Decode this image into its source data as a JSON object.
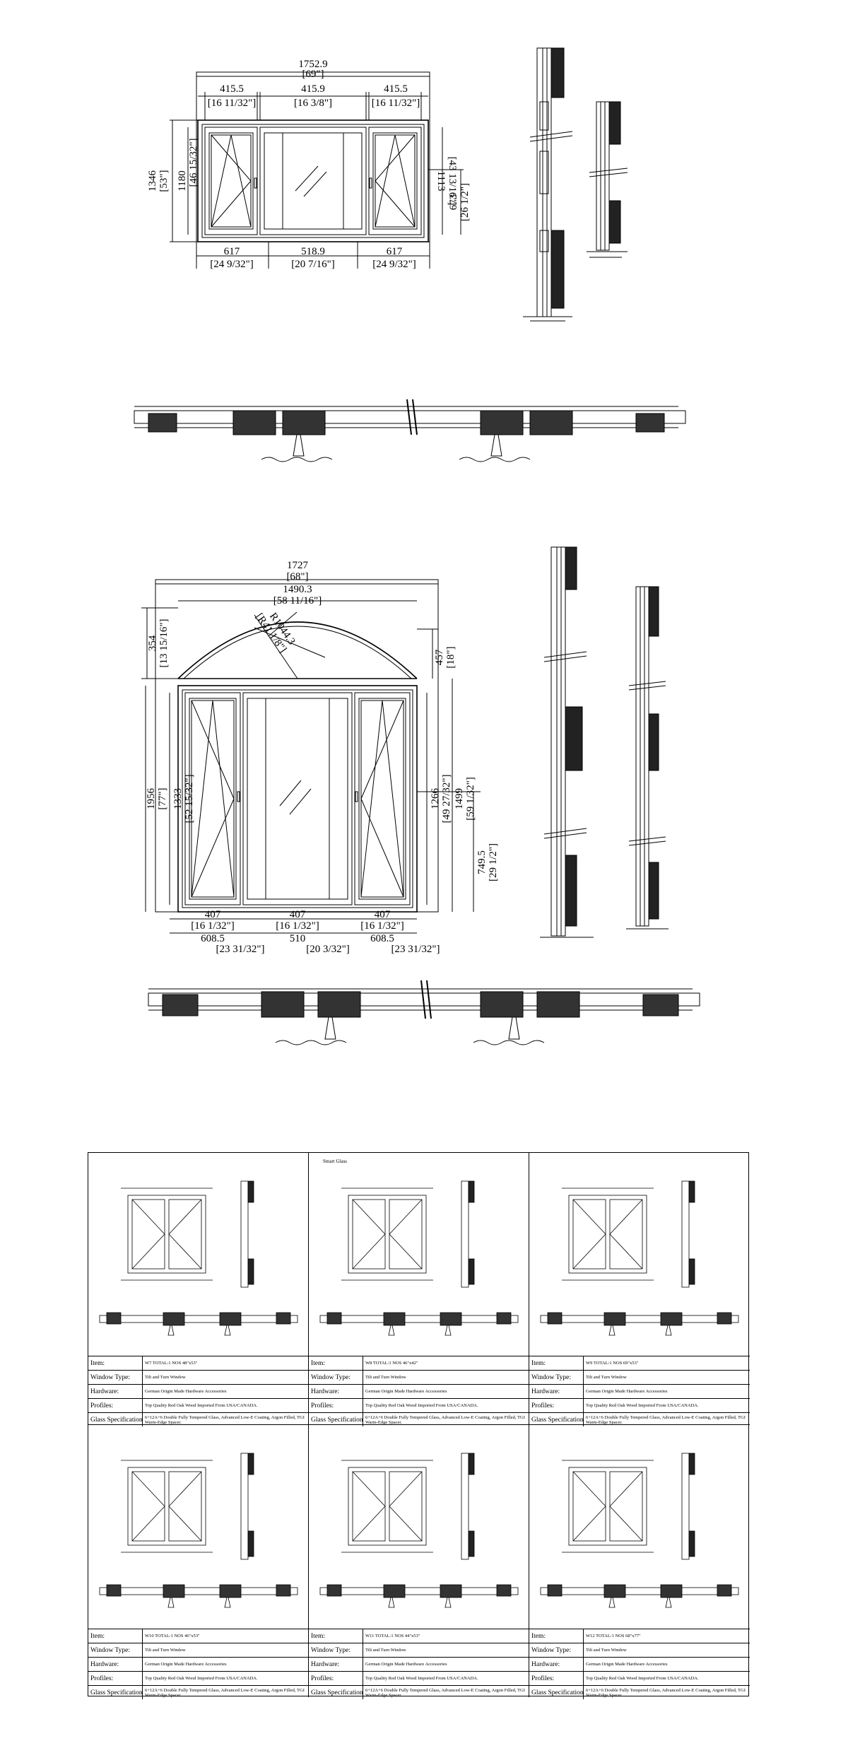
{
  "drawing1": {
    "overall_width_mm": "1752.9",
    "overall_width_in": "[69\"]",
    "top_dims": [
      {
        "mm": "415.5",
        "in": "[16 11/32\"]"
      },
      {
        "mm": "415.9",
        "in": "[16 3/8\"]"
      },
      {
        "mm": "415.5",
        "in": "[16 11/32\"]"
      }
    ],
    "bottom_dims": [
      {
        "mm": "617",
        "in": "[24 9/32\"]"
      },
      {
        "mm": "518.9",
        "in": "[20 7/16\"]"
      },
      {
        "mm": "617",
        "in": "[24 9/32\"]"
      }
    ],
    "left_height_mm": "1346",
    "left_height_in": "[53\"]",
    "left_inner_mm": "1180",
    "left_inner_in": "[46 15/32\"]",
    "right_height_mm": "1113",
    "right_height_in": "[43 13/16\"]",
    "handle_height_mm": "673",
    "handle_height_in": "[26 1/2\"]"
  },
  "drawing2": {
    "overall_width_mm": "1727",
    "overall_width_in": "[68\"]",
    "arch_width_mm": "1490.3",
    "arch_width_in": "[58 11/16\"]",
    "radius_label": "R1044.3",
    "radius_in": "[R41 1/8\"]",
    "arch_rise_mm": "354",
    "arch_rise_in": "[13 15/16\"]",
    "arch_right_mm": "457",
    "arch_right_in": "[18\"]",
    "left_height_mm": "1956",
    "left_height_in": "[77\"]",
    "left_inner_mm": "1333",
    "left_inner_in": "[52 15/32\"]",
    "right_inner_mm": "1266",
    "right_inner_in": "[49 27/32\"]",
    "right_outer_mm": "1499",
    "right_outer_in": "[59 1/32\"]",
    "handle_height_mm": "749.5",
    "handle_height_in": "[29 1/2\"]",
    "sash_dims": [
      {
        "mm": "407",
        "in": "[16 1/32\"]"
      },
      {
        "mm": "407",
        "in": "[16 1/32\"]"
      },
      {
        "mm": "407",
        "in": "[16 1/32\"]"
      }
    ],
    "bottom_dims": [
      {
        "mm": "608.5",
        "in": "[23 31/32\"]"
      },
      {
        "mm": "510",
        "in": "[20 3/32\"]"
      },
      {
        "mm": "608.5",
        "in": "[23 31/32\"]"
      }
    ]
  },
  "spec_labels": {
    "item": "Item:",
    "window_type": "Window Type:",
    "hardware": "Hardware:",
    "profiles": "Profiles:",
    "glass": "Glass Specification:"
  },
  "sheet_cells": [
    {
      "note": "",
      "item": "W7 TOTAL:1 NOS 48\"x53\"",
      "window_type": "Tilt and Turn Window",
      "hardware": "German Origin Made Hardware Accessories",
      "profiles": "Top Quality Red Oak Wood Imported From USA/CANADA.",
      "glass": "6+12A+6 Double Fully Tempered Glass, Advanced Low-E Coating, Argon Filled, TGI Warm-Edge Spacer."
    },
    {
      "note": "Smart Glass",
      "item": "W8 TOTAL:1 NOS 46\"x42\"",
      "window_type": "Tilt and Turn Window",
      "hardware": "German Origin Made Hardware Accessories",
      "profiles": "Top Quality Red Oak Wood Imported From USA/CANADA.",
      "glass": "6+12A+6 Double Fully Tempered Glass, Advanced Low-E Coating, Argon Filled, TGI Warm-Edge Spacer."
    },
    {
      "note": "",
      "item": "W9 TOTAL:1 NOS 69\"x53\"",
      "window_type": "Tilt and Turn Window",
      "hardware": "German Origin Made Hardware Accessories",
      "profiles": "Top Quality Red Oak Wood Imported From USA/CANADA.",
      "glass": "6+12A+6 Double Fully Tempered Glass, Advanced Low-E Coating, Argon Filled, TGI Warm-Edge Spacer."
    },
    {
      "note": "",
      "item": "W10 TOTAL:1 NOS 46\"x53\"",
      "window_type": "Tilt and Turn Window",
      "hardware": "German Origin Made Hardware Accessories",
      "profiles": "Top Quality Red Oak Wood Imported From USA/CANADA.",
      "glass": "6+12A+6 Double Fully Tempered Glass, Advanced Low-E Coating, Argon Filled, TGI Warm-Edge Spacer."
    },
    {
      "note": "",
      "item": "W11 TOTAL:1 NOS 44\"x53\"",
      "window_type": "Tilt and Turn Window",
      "hardware": "German Origin Made Hardware Accessories",
      "profiles": "Top Quality Red Oak Wood Imported From USA/CANADA.",
      "glass": "6+12A+6 Double Fully Tempered Glass, Advanced Low-E Coating, Argon Filled, TGI Warm-Edge Spacer."
    },
    {
      "note": "",
      "item": "W12 TOTAL:1 NOS 68\"x77\"",
      "window_type": "Tilt and Turn Window",
      "hardware": "German Origin Made Hardware Accessories",
      "profiles": "Top Quality Red Oak Wood Imported From USA/CANADA.",
      "glass": "6+12A+6 Double Fully Tempered Glass, Advanced Low-E Coating, Argon Filled, TGI Warm-Edge Spacer."
    }
  ]
}
